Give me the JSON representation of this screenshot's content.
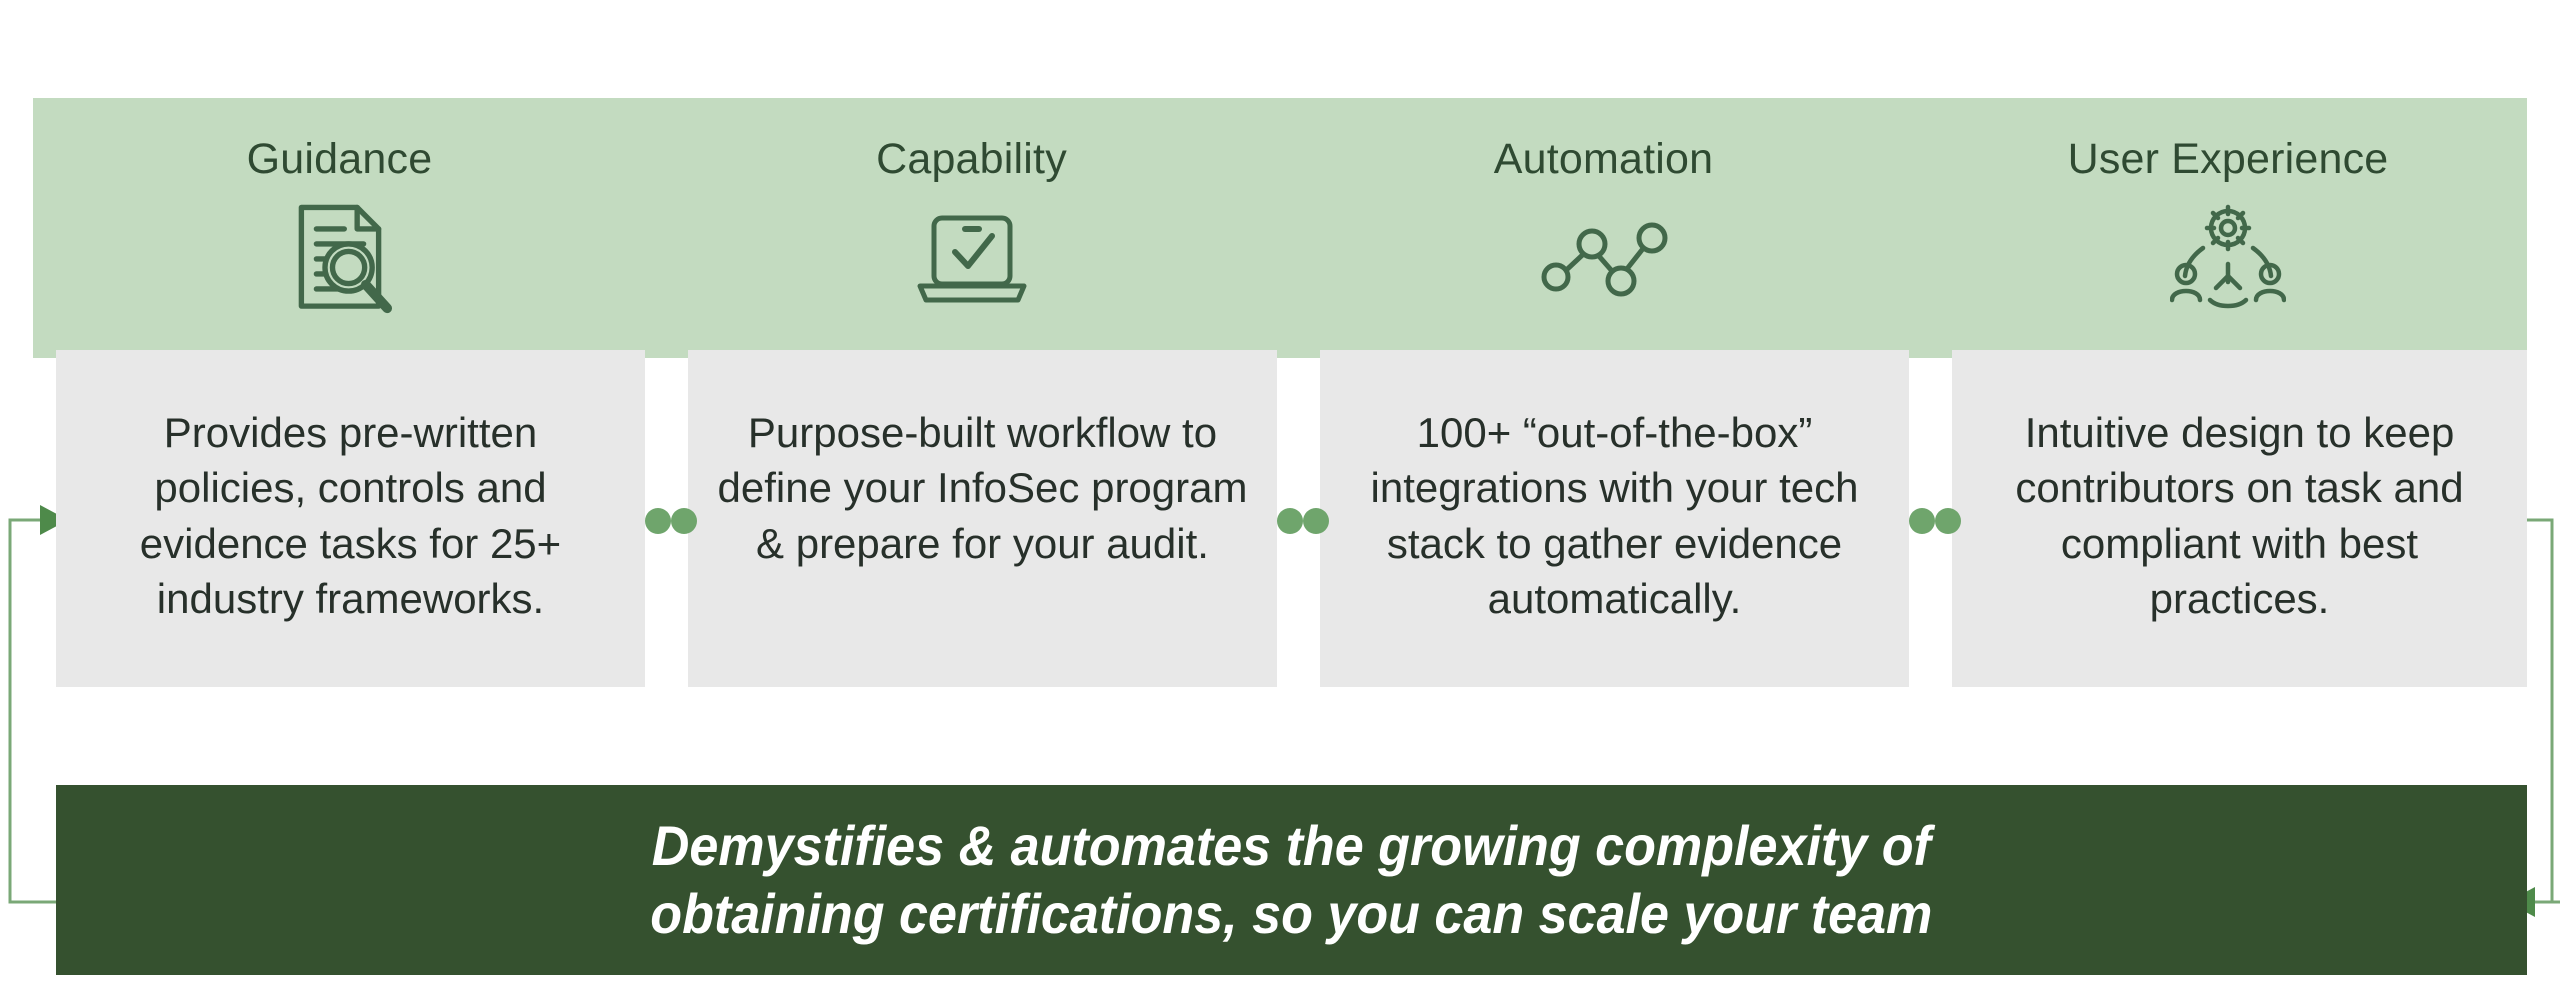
{
  "theme": {
    "band_green": "#c3dbc0",
    "card_gray": "#e8e8e8",
    "banner_green": "#35512f",
    "accent_dot_green": "#6fa56c",
    "line_green": "#7aa877",
    "icon_green": "#42684a",
    "title_green": "#2f4a32",
    "body_text": "#27302a",
    "banner_text": "#ffffff"
  },
  "pillars": [
    {
      "title": "Guidance",
      "icon": "document-magnifier-icon",
      "description": "Provides pre-written policies, controls and evidence tasks for 25+ industry frameworks."
    },
    {
      "title": "Capability",
      "icon": "laptop-check-icon",
      "description": "Purpose-built workflow to define your InfoSec program & prepare for your audit."
    },
    {
      "title": "Automation",
      "icon": "node-network-icon",
      "description": "100+ “out-of-the-box” integrations with your tech stack to gather evidence automatically."
    },
    {
      "title": "User Experience",
      "icon": "team-gear-icon",
      "description": "Intuitive design to keep contributors on task and compliant with best practices."
    }
  ],
  "banner": {
    "line1": "Demystifies & automates the growing complexity of",
    "line2": "obtaining certifications, so you can scale your team"
  }
}
